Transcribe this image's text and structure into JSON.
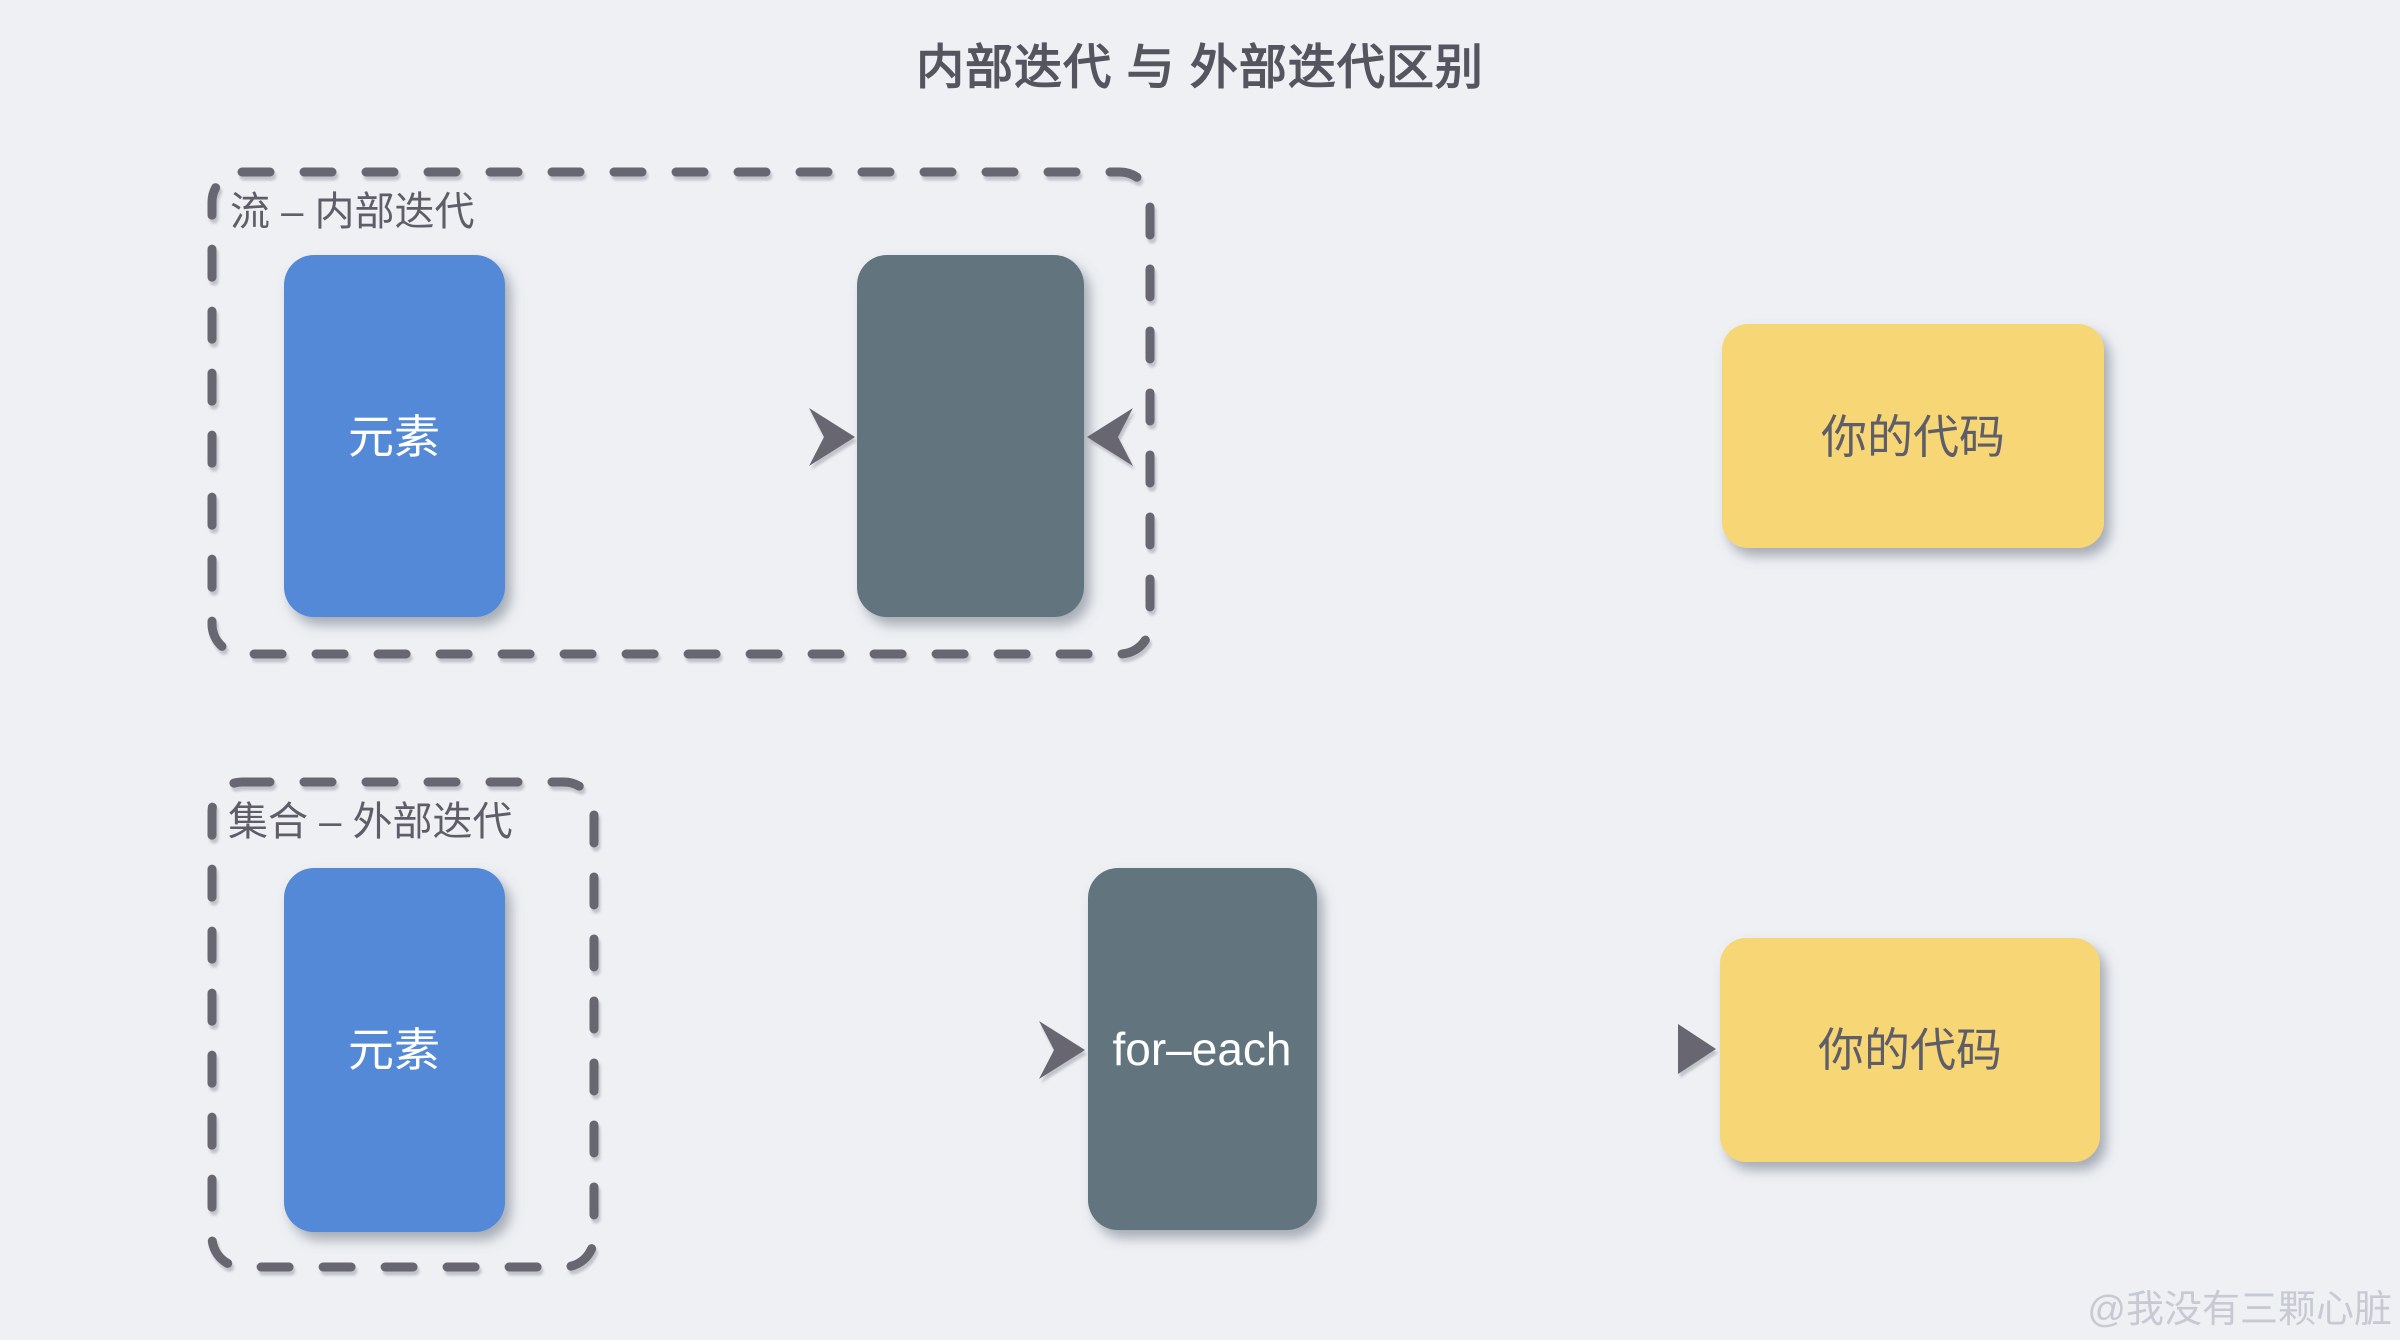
{
  "title": "内部迭代 与 外部迭代区别",
  "watermark": "@我没有三颗心脏",
  "colors": {
    "background": "#EEF0F4",
    "node_blue": "#5289D6",
    "node_slate": "#62747E",
    "node_yellow": "#F7D674",
    "line": "#67666F",
    "title_text": "#55555F",
    "label_text": "#5E5D68",
    "watermark_text": "#C7CAD3"
  },
  "stream_section": {
    "container_label": "流 – 内部迭代",
    "element_node": "元素",
    "code_node": "你的代码"
  },
  "collection_section": {
    "container_label": "集合 – 外部迭代",
    "element_node": "元素",
    "iterator_node": "for–each",
    "code_node": "你的代码"
  }
}
